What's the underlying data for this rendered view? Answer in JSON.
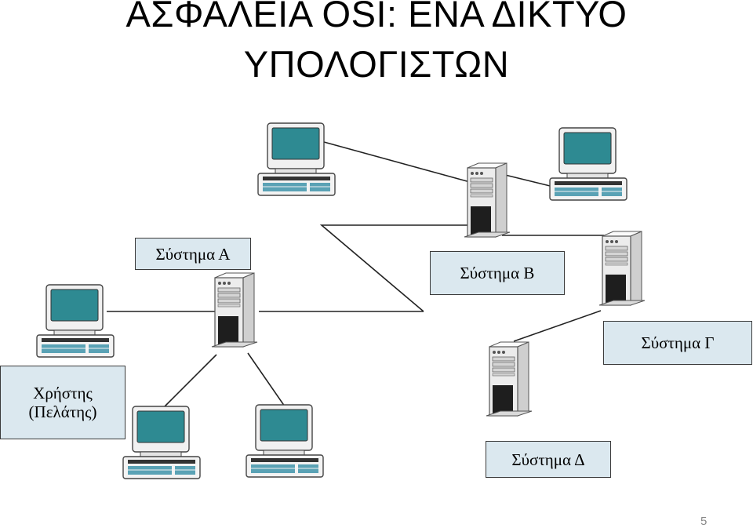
{
  "slide": {
    "title_line1": "ΑΣΦΑΛΕΙΑ OSI: ΕΝΑ ΔΙΚΤΥΟ",
    "title_line2": "ΥΠΟΛΟΓΙΣΤΩΝ",
    "page_number": "5"
  },
  "labels": {
    "system_a": "Σύστημα Α",
    "system_b": "Σύστημα Β",
    "system_g": "Σύστημα Γ",
    "system_d": "Σύστημα Δ",
    "user_line1": "Χρήστης",
    "user_line2": "(Πελάτης)"
  },
  "colors": {
    "screen": "#2e8a92",
    "box_fill": "#dbe8ef",
    "case": "#e8e8e8"
  }
}
